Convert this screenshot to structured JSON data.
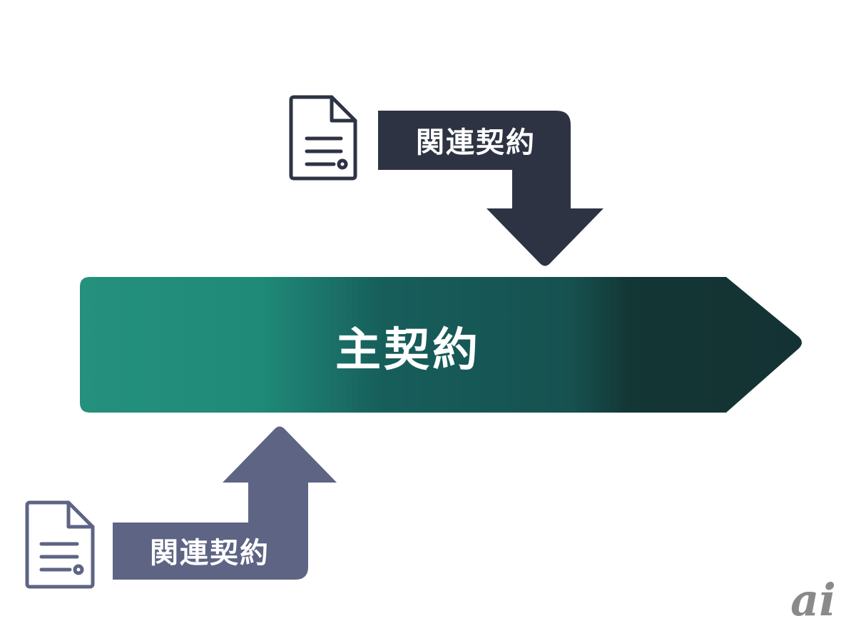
{
  "diagram": {
    "main_contract": {
      "label": "主契約"
    },
    "related_contract_top": {
      "label": "関連契約",
      "icon": "document-icon"
    },
    "related_contract_bottom": {
      "label": "関連契約",
      "icon": "document-icon"
    }
  },
  "logo": {
    "text": "ai"
  },
  "colors": {
    "main_gradient_start": "#24907d",
    "main_gradient_end": "#143234",
    "top_arrow": "#2e3344",
    "bottom_arrow": "#5d6484",
    "icon_stroke_top": "#2e3344",
    "icon_stroke_bottom": "#5d6484",
    "logo": "#8a8a8a"
  }
}
